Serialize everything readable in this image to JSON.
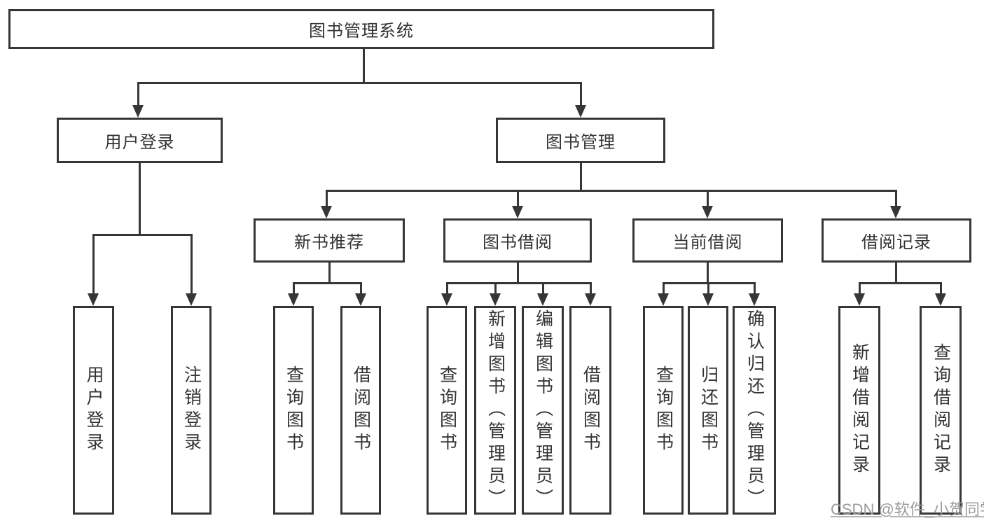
{
  "diagram": {
    "title": "图书管理系统",
    "root": {
      "label": "图书管理系统"
    },
    "level2": [
      {
        "label": "用户登录"
      },
      {
        "label": "图书管理"
      }
    ],
    "level3": [
      {
        "label": "新书推荐",
        "parent": "图书管理"
      },
      {
        "label": "图书借阅",
        "parent": "图书管理"
      },
      {
        "label": "当前借阅",
        "parent": "图书管理"
      },
      {
        "label": "借阅记录",
        "parent": "图书管理"
      }
    ],
    "leaves": [
      {
        "label": "用户登录",
        "parent": "用户登录"
      },
      {
        "label": "注销登录",
        "parent": "用户登录"
      },
      {
        "label": "查询图书",
        "parent": "新书推荐"
      },
      {
        "label": "借阅图书",
        "parent": "新书推荐"
      },
      {
        "label": "查询图书",
        "parent": "图书借阅"
      },
      {
        "label": "新增图书（管理员）",
        "parent": "图书借阅"
      },
      {
        "label": "编辑图书（管理员）",
        "parent": "图书借阅"
      },
      {
        "label": "借阅图书",
        "parent": "图书借阅"
      },
      {
        "label": "查询图书",
        "parent": "当前借阅"
      },
      {
        "label": "归还图书",
        "parent": "当前借阅"
      },
      {
        "label": "确认归还（管理员）",
        "parent": "当前借阅"
      },
      {
        "label": "新增借阅记录",
        "parent": "借阅记录"
      },
      {
        "label": "查询借阅记录",
        "parent": "借阅记录"
      }
    ]
  },
  "watermark": {
    "text": "CSDN @软件_小贺同学"
  },
  "colors": {
    "line": "#363636",
    "text": "#333333",
    "background": "#ffffff",
    "watermark": "#9b9b9b"
  }
}
